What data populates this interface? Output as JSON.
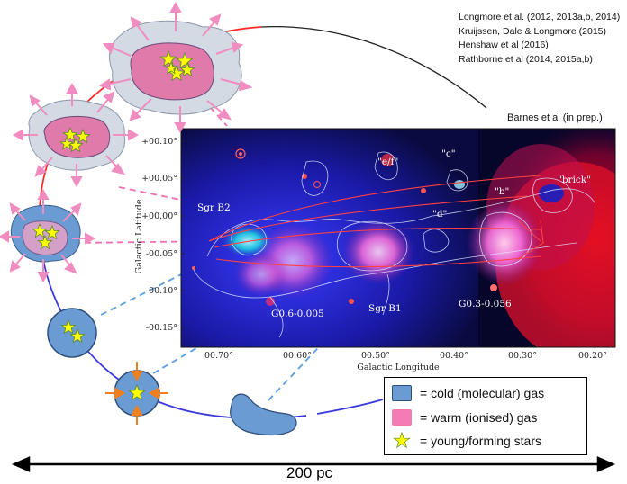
{
  "references": [
    "Longmore et al. (2012, 2013a,b, 2014)",
    "Kruijssen, Dale & Longmore (2015)",
    "Henshaw et al (2016)",
    "Rathborne et al (2014, 2015a,b)"
  ],
  "credit": "Barnes et al (in prep.)",
  "image": {
    "ylabel": "Galactic Latitude",
    "xlabel": "Galactic Longitude",
    "yticks": [
      "+00.10°",
      "+00.05°",
      "+00.00°",
      "-00.05°",
      "-00.10°",
      "-00.15°"
    ],
    "xticks": [
      "00.70°",
      "00.60°",
      "00.50°",
      "00.40°",
      "00.30°",
      "00.20°"
    ],
    "labels": {
      "sgr_b2": "Sgr B2",
      "sgr_b1": "Sgr B1",
      "g06": "G0.6-0.005",
      "g03": "G0.3-0.056",
      "ef": "\"e/f\"",
      "c": "\"c\"",
      "b": "\"b\"",
      "d": "\"d\"",
      "brick": "\"brick\""
    }
  },
  "legend": {
    "cold": "= cold (molecular) gas",
    "warm": "= warm (ionised) gas",
    "stars": "= young/forming stars"
  },
  "scale": "200 pc",
  "colors": {
    "cold_gas": "#6b9bd3",
    "warm_gas": "#f47bb3",
    "halo": "#d3dae4",
    "star": "#ffff00",
    "orbit_red": "#ff2a2a",
    "orbit_blue": "#3b3bdc",
    "arrow_pink": "#f08cc0",
    "arrow_orange": "#f07f1f",
    "dash_pink": "#f06fb0",
    "dash_blue": "#5a9fe0"
  }
}
